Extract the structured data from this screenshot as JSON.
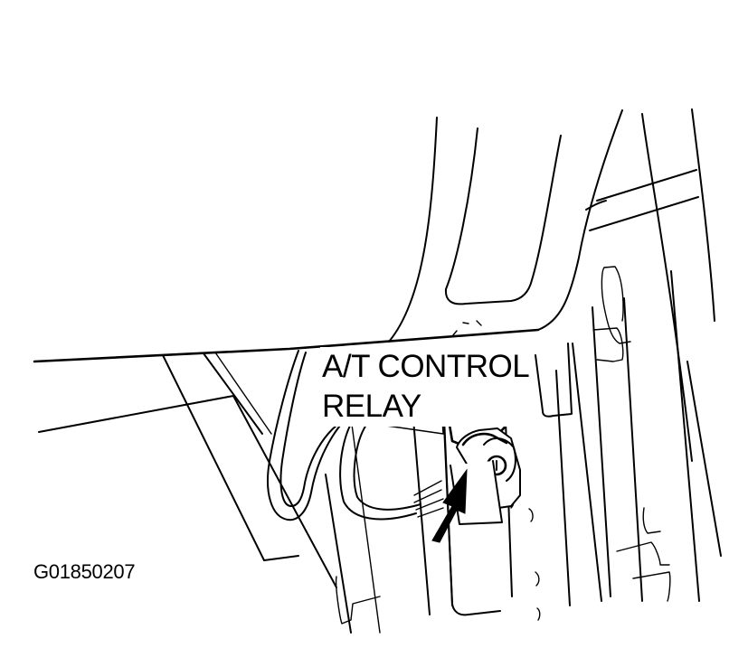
{
  "figure": {
    "type": "technical line-art illustration",
    "subject": "A/T control relay location behind kick panel / pillar",
    "callout": {
      "line1": "A/T CONTROL",
      "line2": "RELAY"
    },
    "figure_id": "G01850207",
    "colors": {
      "line": "#000000",
      "background": "#ffffff"
    }
  }
}
